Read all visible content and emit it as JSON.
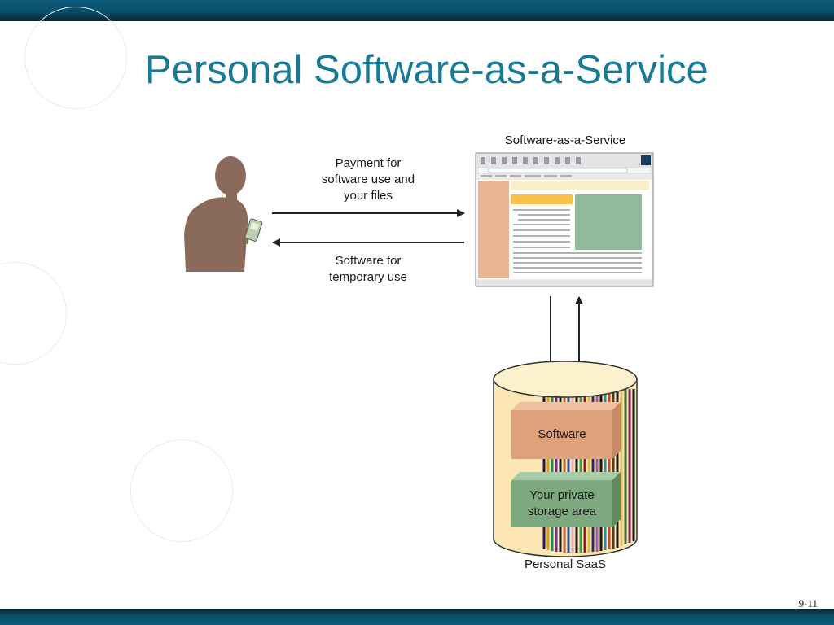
{
  "slide": {
    "title": "Personal Software-as-a-Service",
    "page_number": "9-11",
    "colors": {
      "title": "#1a7a96",
      "bar": "#08506b",
      "person": "#8a6a5a",
      "software_block": "#e0a27c",
      "storage_block": "#7ea87e",
      "cylinder": "#fbe6b4"
    }
  },
  "diagram": {
    "payment_label": [
      "Payment for",
      "software use and",
      "your files"
    ],
    "software_label": [
      "Software for",
      "temporary use"
    ],
    "saas_title": "Software-as-a-Service",
    "cylinder_software": "Software",
    "cylinder_storage": [
      "Your private",
      "storage area"
    ],
    "cylinder_caption": "Personal SaaS"
  }
}
